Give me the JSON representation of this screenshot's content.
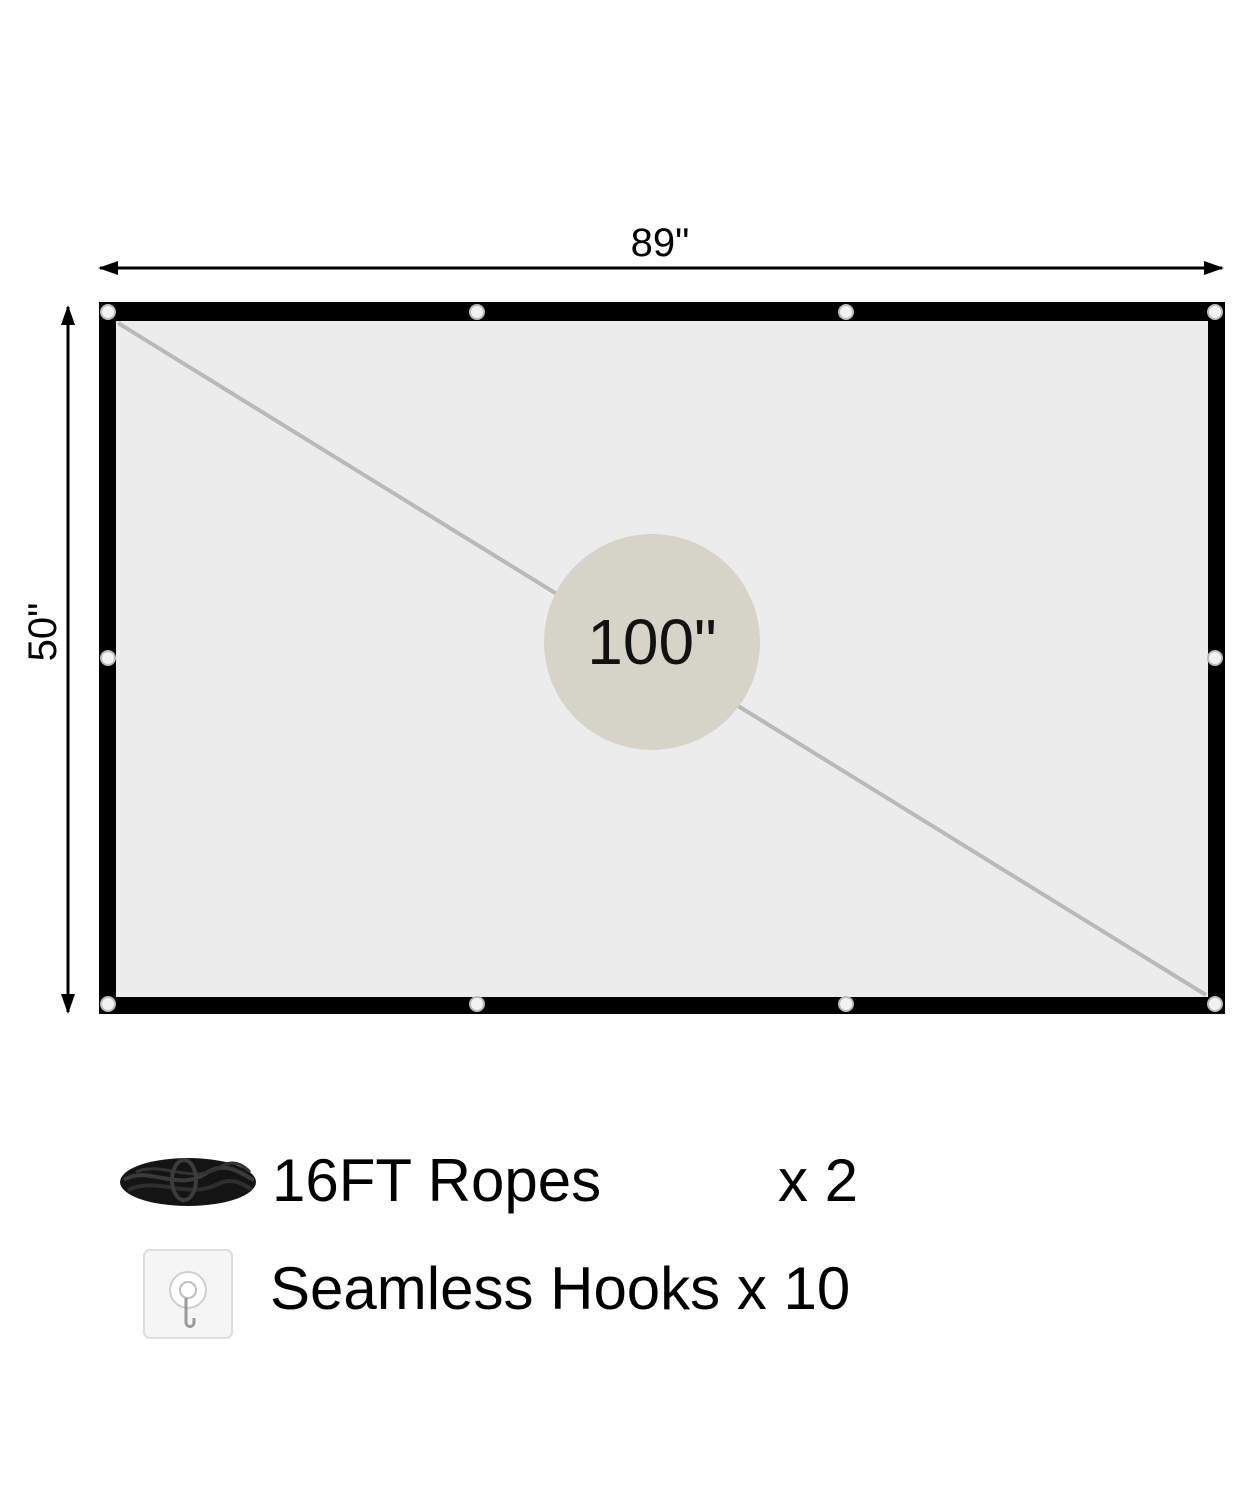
{
  "screen": {
    "width_label": "89\"",
    "height_label": "50\"",
    "diagonal_label": "100\"",
    "colors": {
      "border": "#000000",
      "surface": "#ececec",
      "diagonal": "#b9b9b9",
      "badge": "#d6d3c8",
      "grommet": "#f2f2f2"
    }
  },
  "accessories": [
    {
      "icon": "rope-icon",
      "label": "16FT Ropes",
      "qty": "x 2"
    },
    {
      "icon": "adhesive-hook-icon",
      "label": "Seamless Hooks x 10",
      "qty": ""
    }
  ]
}
